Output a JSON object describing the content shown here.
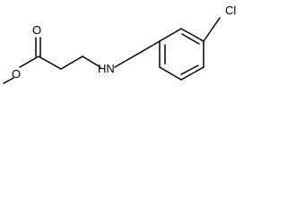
{
  "molecule": {
    "atoms": {
      "carbonyl_oxygen": "O",
      "ester_oxygen": "O",
      "amine": "HN",
      "chlorine": "Cl"
    }
  }
}
